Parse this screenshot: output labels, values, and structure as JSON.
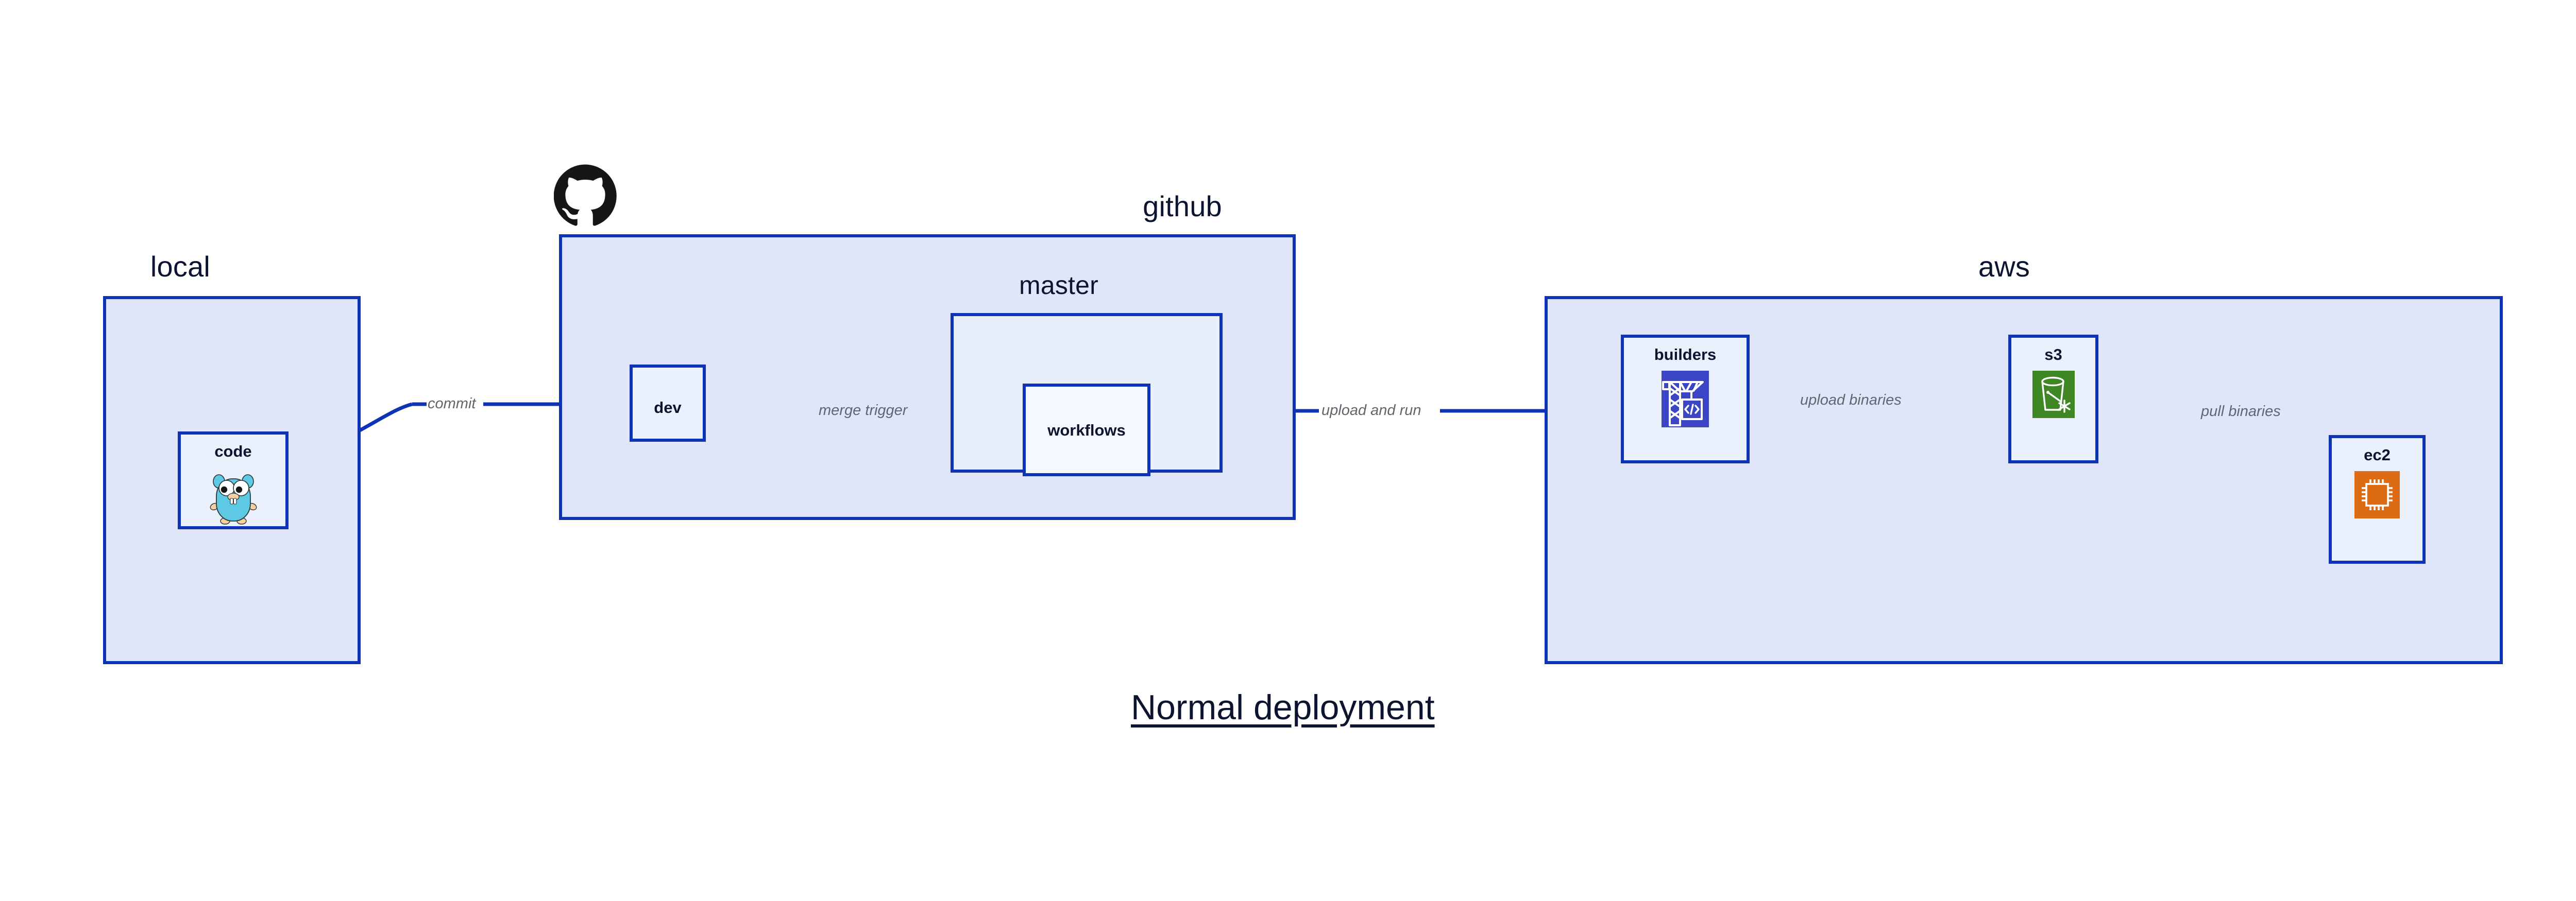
{
  "title": "Normal deployment",
  "colors": {
    "group_fill": "#e0e6fa",
    "group_inner_fill": "#e9eefb",
    "node_fill": "#eaf0fc",
    "node_white_fill": "#f5f8fe",
    "border": "#0f33b5",
    "edge": "#0f33b5",
    "edge_label": "#60666e",
    "text": "#0d1430",
    "builders_icon_bg": "#3c45c4",
    "s3_icon_bg": "#3f8624",
    "ec2_icon_bg": "#dd6b13",
    "gopher_body": "#5dc9e2",
    "github_black": "#161614"
  },
  "groups": [
    {
      "id": "local",
      "label": "local"
    },
    {
      "id": "github",
      "label": "github"
    },
    {
      "id": "master",
      "label": "master"
    },
    {
      "id": "aws",
      "label": "aws"
    }
  ],
  "nodes": [
    {
      "id": "code",
      "label": "code",
      "icon": "go-gopher-icon"
    },
    {
      "id": "dev",
      "label": "dev",
      "icon": null
    },
    {
      "id": "workflows",
      "label": "workflows",
      "icon": null
    },
    {
      "id": "builders",
      "label": "builders",
      "icon": "aws-crane-builder-icon"
    },
    {
      "id": "s3",
      "label": "s3",
      "icon": "aws-s3-bucket-icon"
    },
    {
      "id": "ec2",
      "label": "ec2",
      "icon": "aws-ec2-chip-icon"
    }
  ],
  "edges": [
    {
      "id": "code-to-dev",
      "label": "commit",
      "from": "code",
      "to": "dev"
    },
    {
      "id": "dev-to-workflows",
      "label": "merge trigger",
      "from": "dev",
      "to": "workflows"
    },
    {
      "id": "workflows-to-builders",
      "label": "upload and run",
      "from": "workflows",
      "to": "builders"
    },
    {
      "id": "builders-to-s3",
      "label": "upload binaries",
      "from": "builders",
      "to": "s3"
    },
    {
      "id": "s3-to-ec2",
      "label": "pull binaries",
      "from": "s3",
      "to": "ec2"
    }
  ],
  "logos": [
    {
      "id": "github-logo",
      "name": "github-octocat-logo"
    }
  ]
}
